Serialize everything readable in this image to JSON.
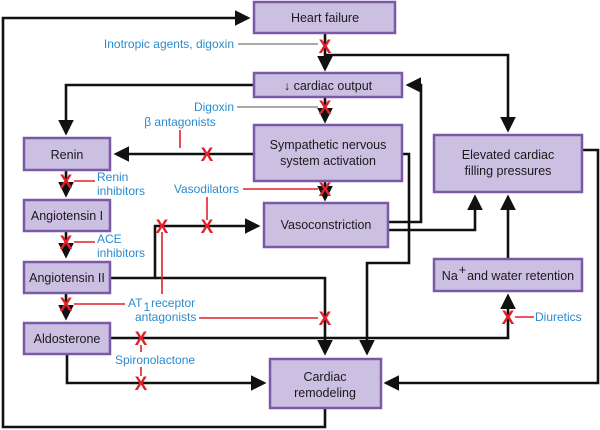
{
  "boxes": {
    "heart_failure": "Heart failure",
    "cardiac_output": "cardiac output",
    "cardiac_output_arrow": "↓",
    "renin": "Renin",
    "sympathetic_1": "Sympathetic nervous",
    "sympathetic_2": "system activation",
    "elevated_1": "Elevated cardiac",
    "elevated_2": "filling pressures",
    "angiotensin_1": "Angiotensin I",
    "vasoconstriction": "Vasoconstriction",
    "angiotensin_2": "Angiotensin II",
    "na_retention_pre": "Na",
    "na_retention_sup": "+",
    "na_retention_post": " and water retention",
    "aldosterone": "Aldosterone",
    "remodeling_1": "Cardiac",
    "remodeling_2": "remodeling"
  },
  "drugs": {
    "inotropic": "Inotropic agents, digoxin",
    "digoxin": "Digoxin",
    "beta": "β antagonists",
    "renin_inh_1": "Renin",
    "renin_inh_2": "inhibitors",
    "vasodilators": "Vasodilators",
    "ace_1": "ACE",
    "ace_2": "inhibitors",
    "at1_pre": "AT",
    "at1_sub": "1",
    "at1_post": " receptor",
    "at1_2": "antagonists",
    "spironolactone": "Spironolactone",
    "diuretics": "Diuretics"
  },
  "block_mark": "X",
  "colors": {
    "box_fill": "#cbbfe2",
    "box_border": "#7a5aa6",
    "drug_text": "#2a8bcf",
    "block": "#e3202a"
  }
}
